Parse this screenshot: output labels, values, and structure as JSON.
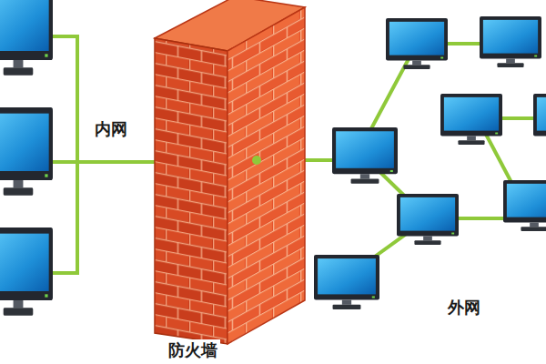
{
  "diagram": {
    "labels": [
      "内网",
      "防火墙",
      "外网"
    ]
  }
}
